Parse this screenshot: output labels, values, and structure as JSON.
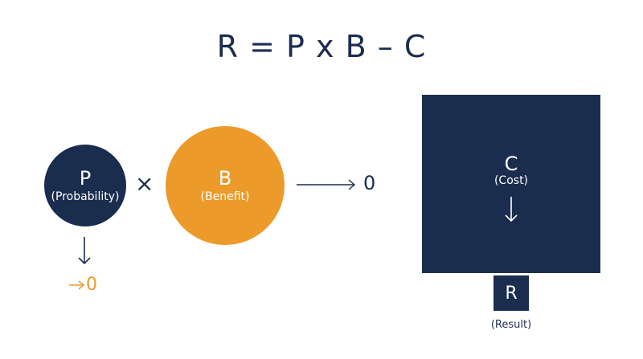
{
  "formula": "R = P x B – C",
  "probability": {
    "letter": "P",
    "label": "(Probability)",
    "limit": "0"
  },
  "operator_times": "×",
  "benefit": {
    "letter": "B",
    "label": "(Benefit)",
    "limit": "0"
  },
  "cost": {
    "letter": "C",
    "label": "(Cost)"
  },
  "result": {
    "letter": "R",
    "label": "(Result)"
  },
  "colors": {
    "navy": "#1b2d4f",
    "orange": "#ec9a2a"
  },
  "icons": {
    "right_arrow": "arrow-right-icon",
    "down_arrow": "arrow-down-icon"
  }
}
